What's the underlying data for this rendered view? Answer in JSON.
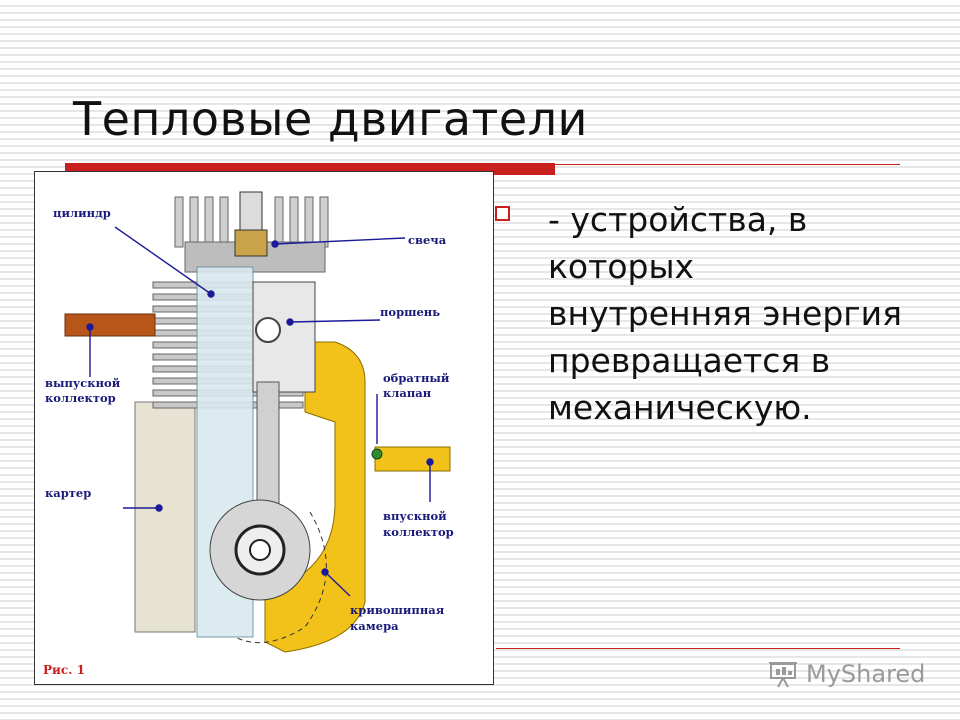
{
  "slide": {
    "title": "Тепловые двигатели",
    "bullet_text": " -  устройства, в которых внутренняя энергия превращается в механическую."
  },
  "figure": {
    "labels": {
      "cylinder": "цилиндр",
      "spark_plug": "свеча",
      "piston": "поршень",
      "exhaust_1": "выпускной",
      "exhaust_2": "коллектор",
      "check_1": "обратный",
      "check_2": "клапан",
      "crankcase": "картер",
      "intake_1": "впускной",
      "intake_2": "коллектор",
      "crank_1": "кривошипная",
      "crank_2": "камера"
    },
    "caption": "Рис. 1"
  },
  "watermark": {
    "text": "MyShared"
  },
  "colors": {
    "accent": "#c8201e",
    "label": "#1a1a7a",
    "yellow": "#f2c21a",
    "rust": "#b8561a",
    "cylinder": "#d9e9ef"
  }
}
